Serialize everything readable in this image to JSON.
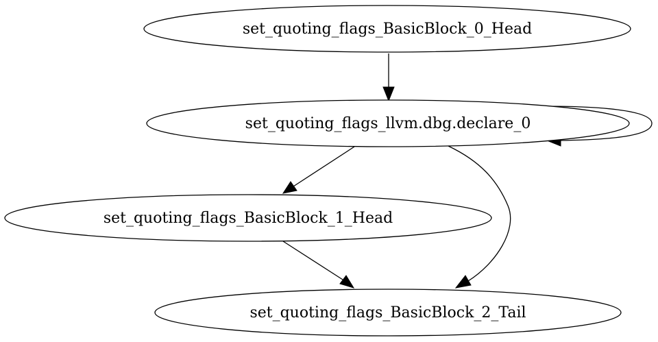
{
  "nodes": {
    "bb0_head": "set_quoting_flags_BasicBlock_0_Head",
    "dbg_declare": "set_quoting_flags_llvm.dbg.declare_0",
    "bb1_head": "set_quoting_flags_BasicBlock_1_Head",
    "bb2_tail": "set_quoting_flags_BasicBlock_2_Tail"
  }
}
